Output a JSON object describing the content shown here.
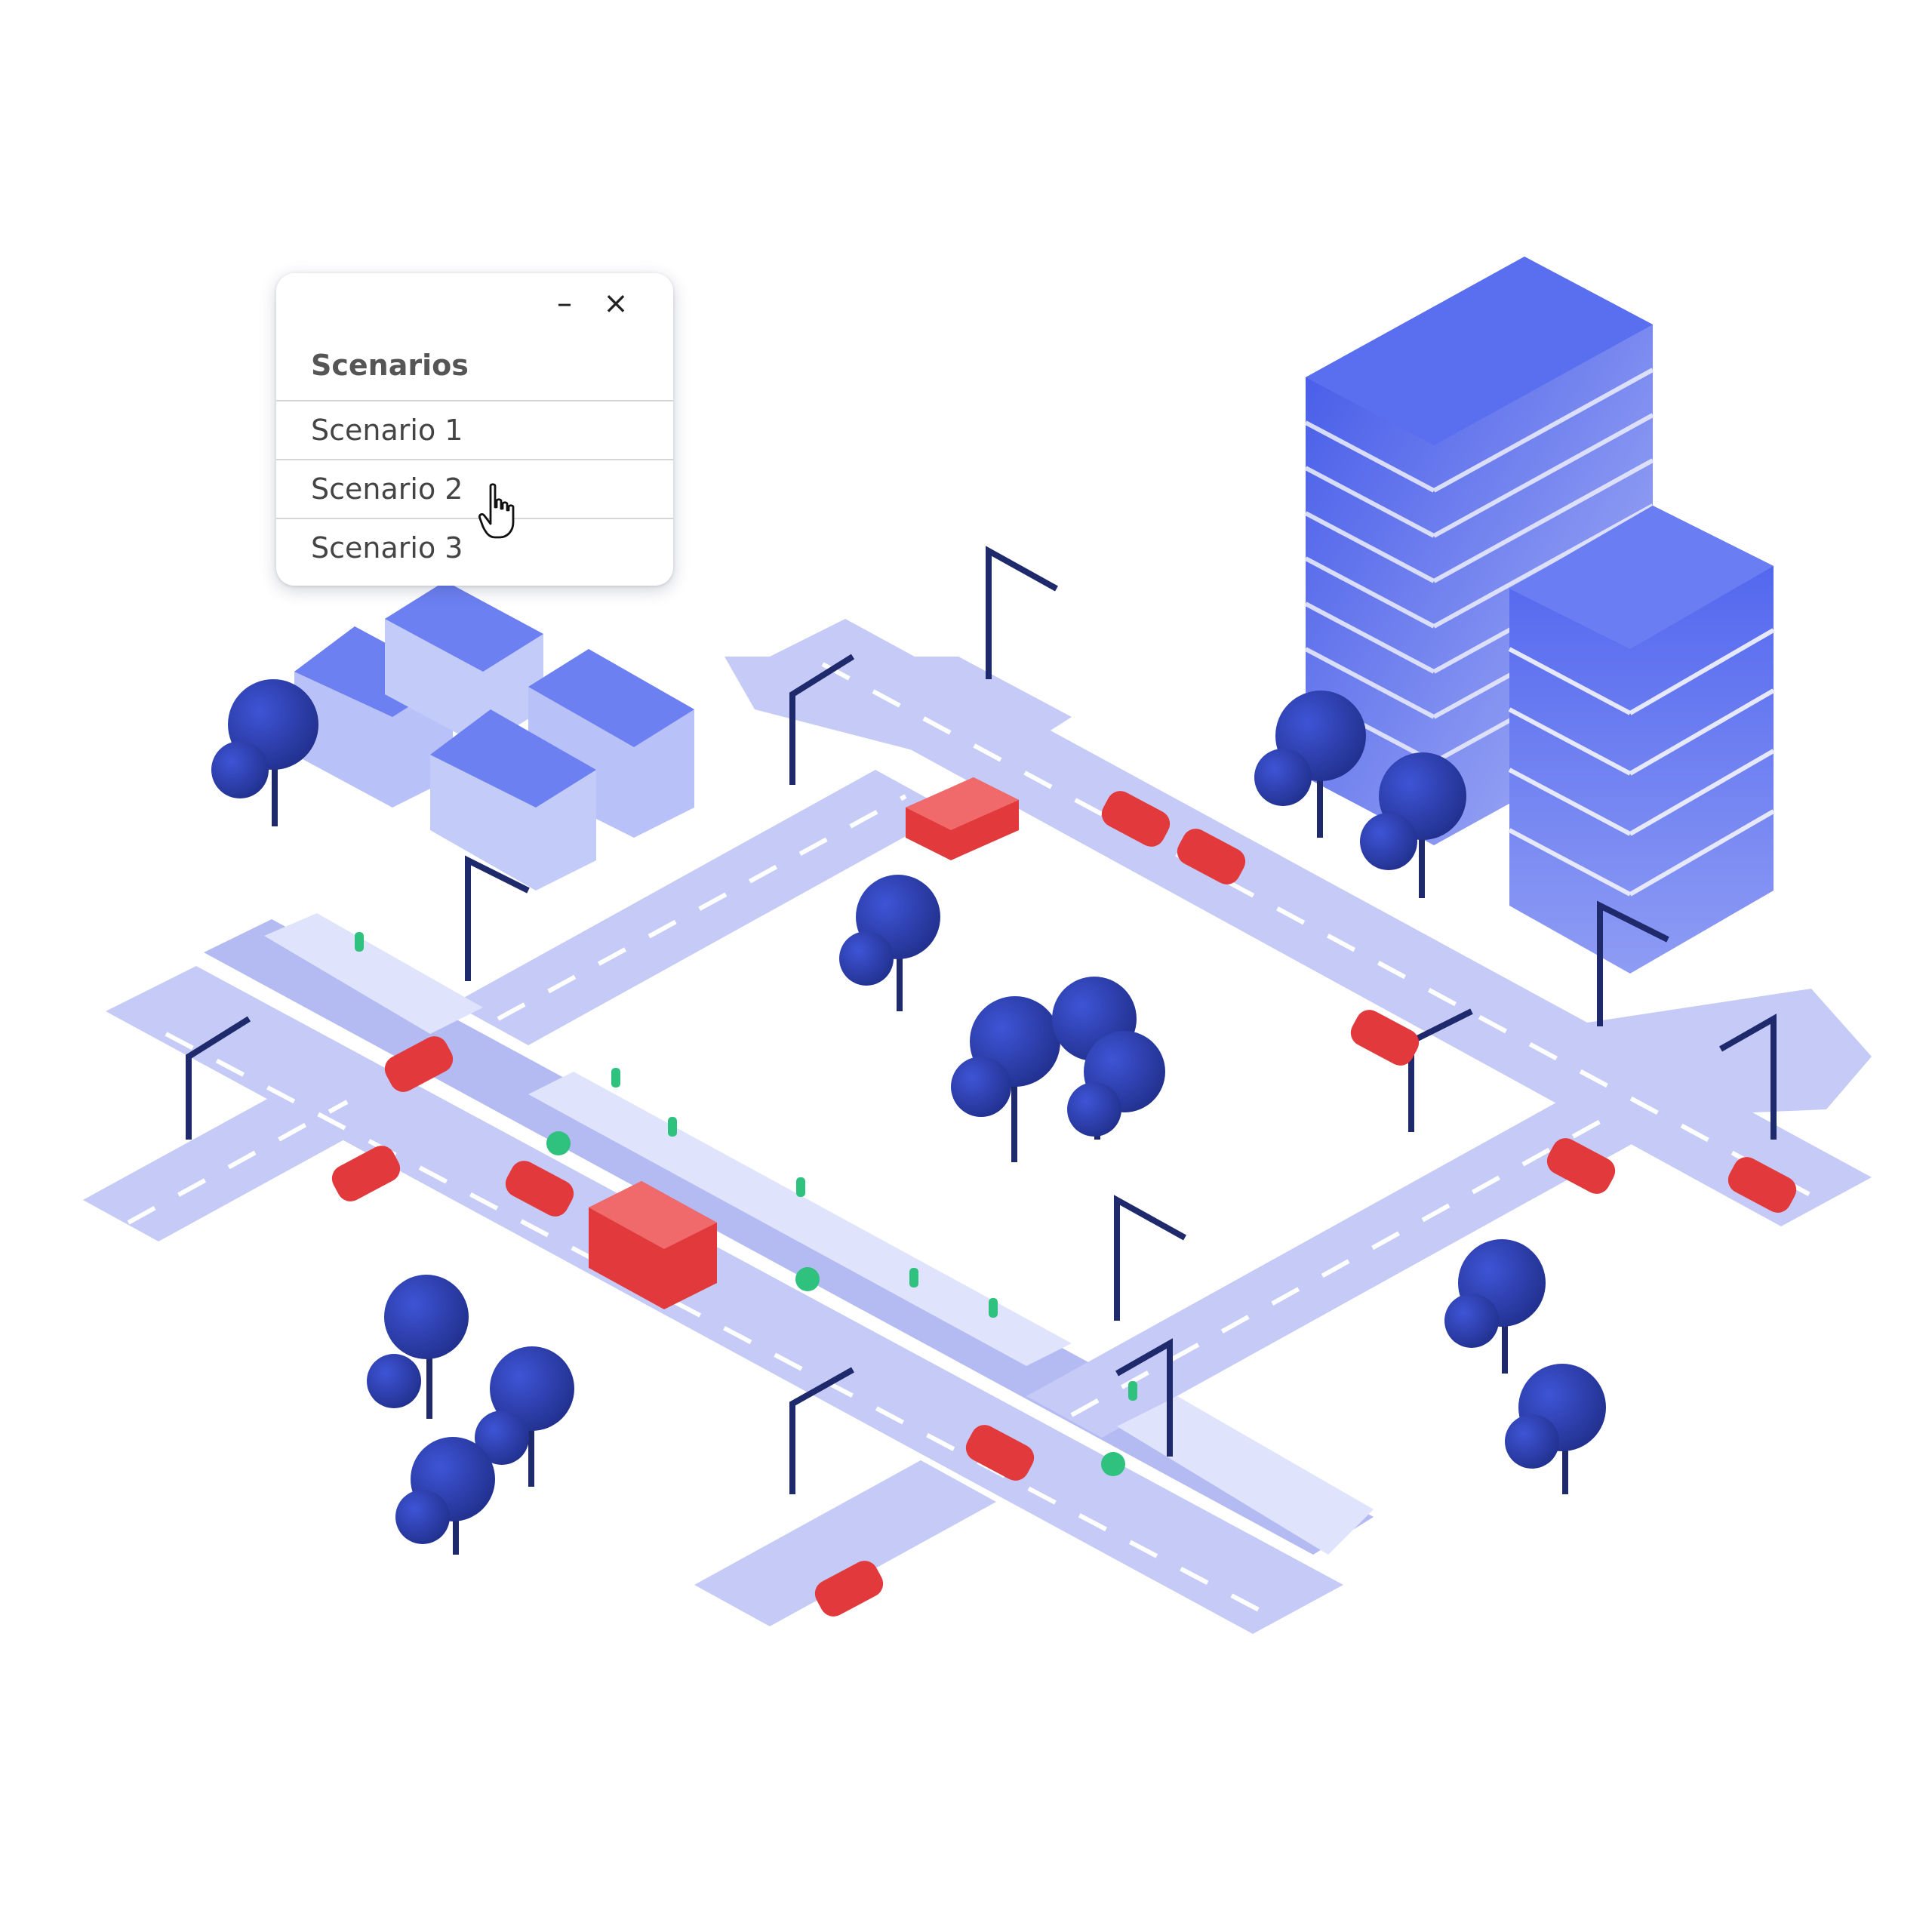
{
  "panel": {
    "title": "Scenarios",
    "minimize_icon": "minimize-icon",
    "close_icon": "close-icon",
    "items": [
      {
        "label": "Scenario 1"
      },
      {
        "label": "Scenario 2"
      },
      {
        "label": "Scenario 3"
      }
    ]
  },
  "colors": {
    "road": "#c5cbf6",
    "road_dark": "#a9b2ef",
    "sidewalk": "#dfe3fb",
    "building": "#4f63ec",
    "building_light": "#9aa6f5",
    "tree": "#2b3fb0",
    "pole": "#1e2a6b",
    "car": "#e2393c",
    "person": "#2ec27e"
  }
}
